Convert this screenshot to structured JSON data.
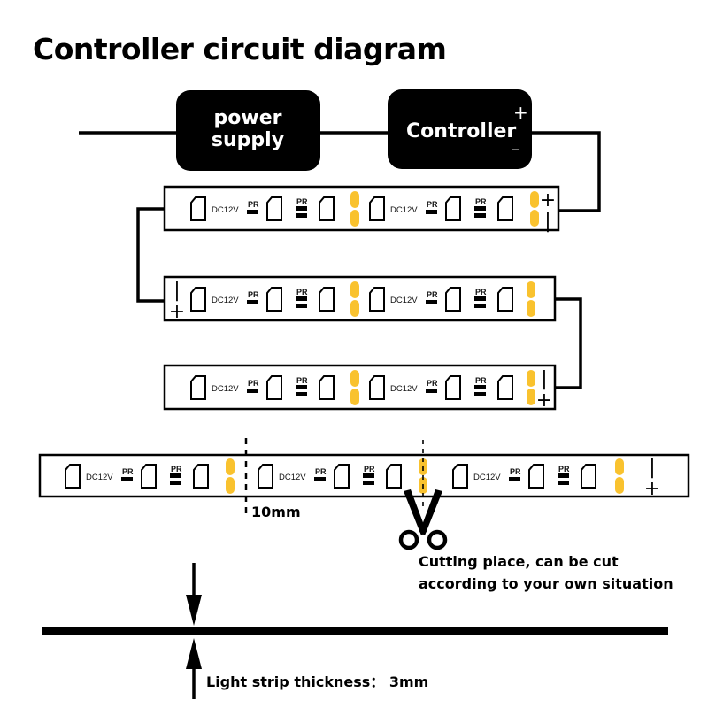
{
  "title": "Controller circuit diagram",
  "blocks": {
    "power_supply": {
      "line1": "power",
      "line2": "supply"
    },
    "controller": {
      "label": "Controller",
      "plus": "+",
      "minus": "–"
    }
  },
  "strip": {
    "voltage_label": "DC12V",
    "resistor_label": "PR",
    "plus": "+",
    "minus": "|",
    "pad_color": "#F9C22E",
    "outline_color": "#000000"
  },
  "cutting": {
    "spacing_label": "10mm",
    "instruction_line1": "Cutting place, can be cut",
    "instruction_line2": "according to your own situation",
    "scissors_icon": "scissors-icon"
  },
  "thickness": {
    "label": "Light strip thickness： 3mm"
  }
}
